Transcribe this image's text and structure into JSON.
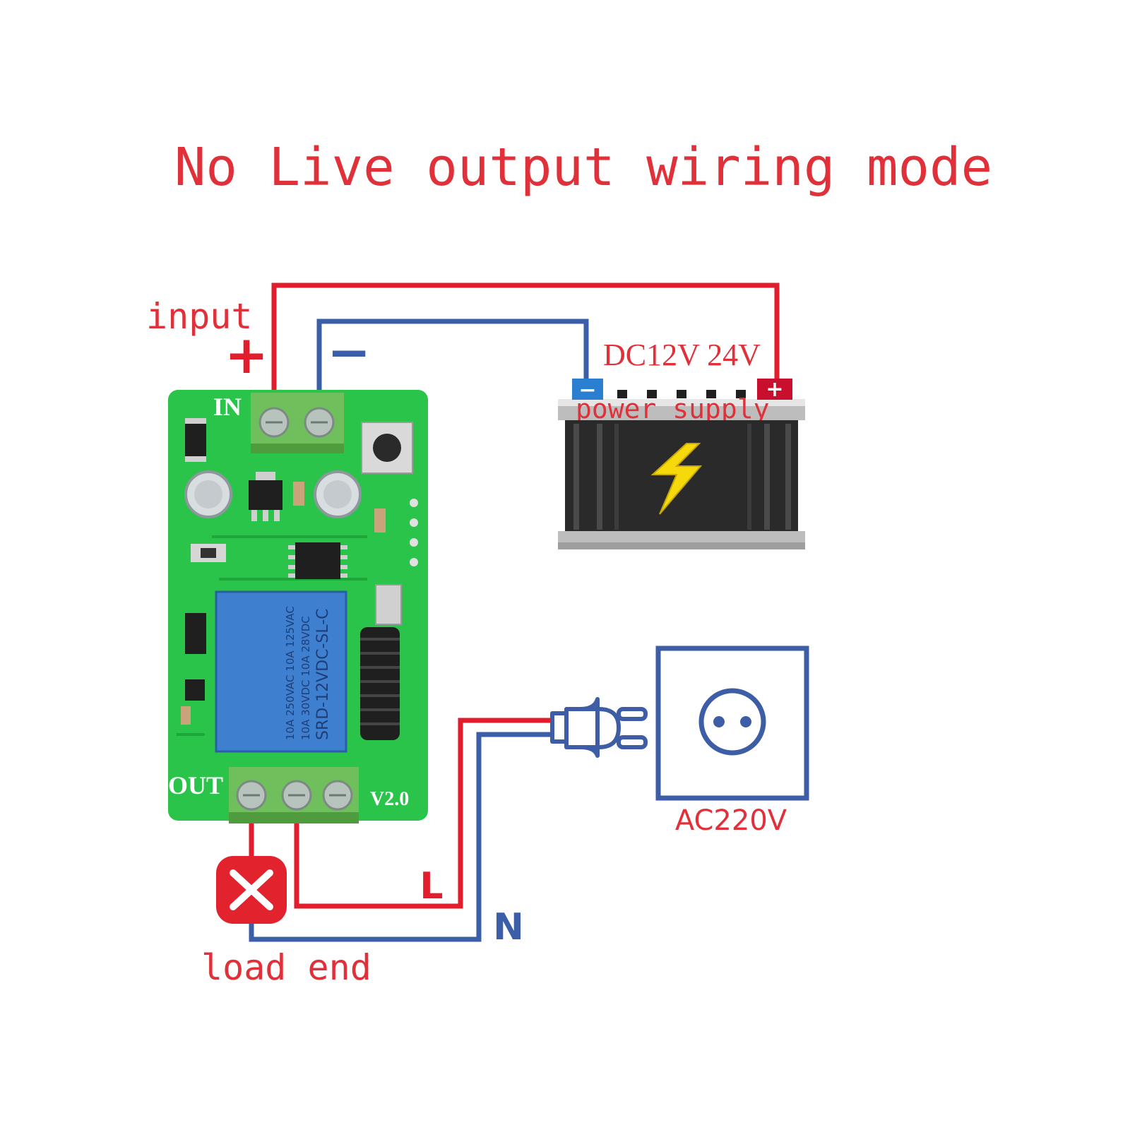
{
  "title": "No Live output wiring mode",
  "labels": {
    "input": "input",
    "plus": "+",
    "minus": "−",
    "dc_voltage": "DC12V 24V",
    "power_supply": "power supply",
    "ac_voltage": "AC220V",
    "live": "L",
    "neutral": "N",
    "load_end": "load end"
  },
  "board": {
    "in_label": "IN",
    "out_label": "OUT",
    "version": "V2.0",
    "relay_model": "SRD-12VDC-SL-C",
    "relay_rating_1": "10A 250VAC 10A 125VAC",
    "relay_rating_2": "10A 30VDC 10A 28VDC"
  },
  "battery": {
    "neg_symbol": "−",
    "pos_symbol": "+"
  },
  "icons": [
    "lightning-icon",
    "plug-icon",
    "socket-icon",
    "load-x-icon"
  ],
  "colors": {
    "title_red": "#e0313a",
    "wire_red": "#e21d2c",
    "wire_blue": "#3a5ea8",
    "board_green": "#2bc44a",
    "terminal_green": "#6fbf5c",
    "relay_blue": "#3f7fd0",
    "battery_dark": "#2a2a2a",
    "lightning_yellow": "#f5d90a",
    "socket_blue": "#3d5ea6"
  }
}
